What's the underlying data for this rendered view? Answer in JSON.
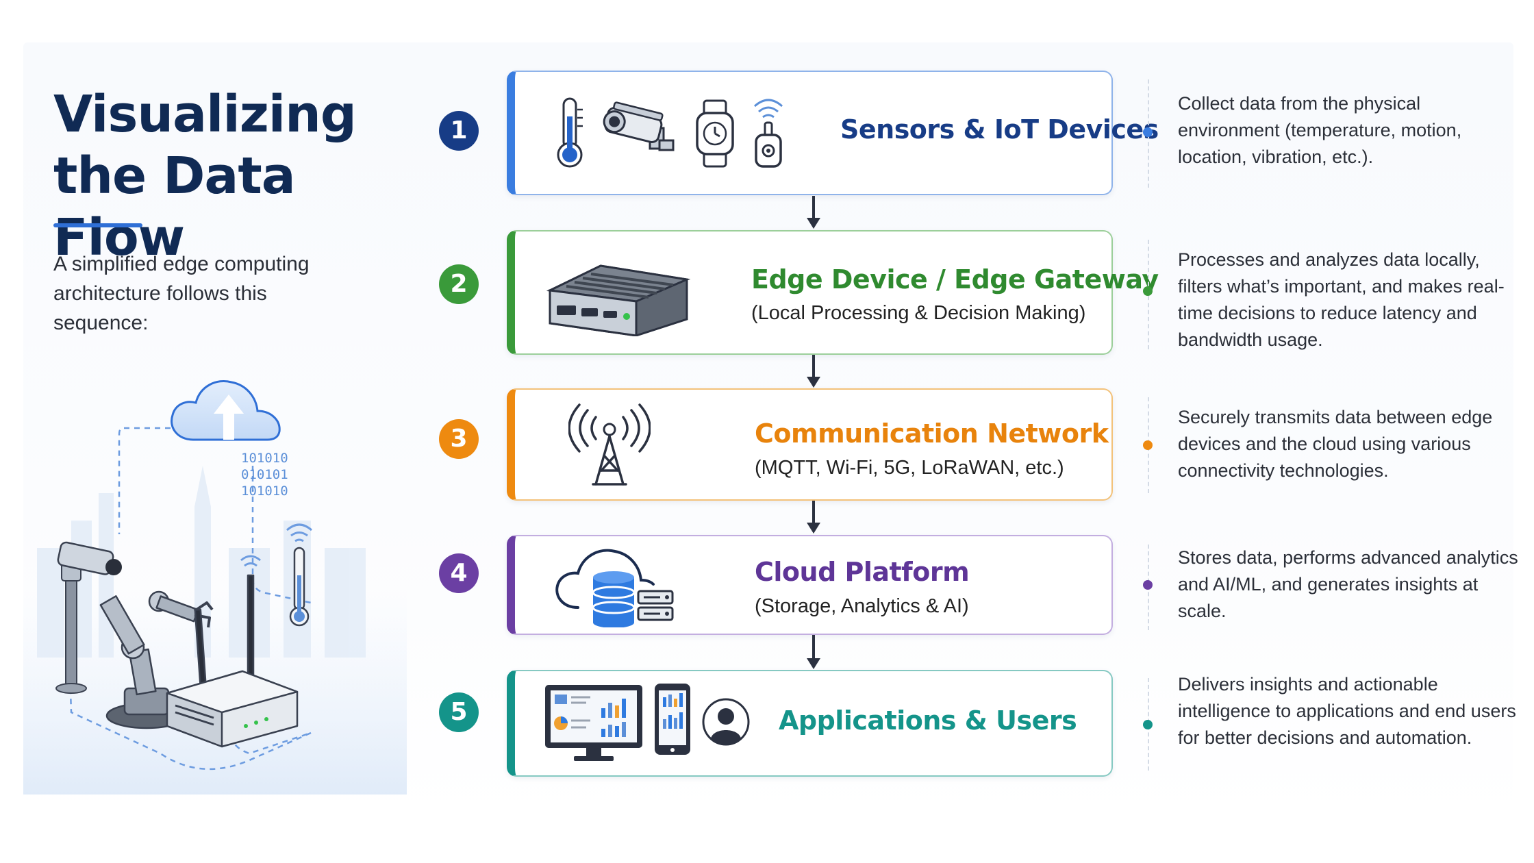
{
  "header": {
    "title": "Visualizing the Data Flow",
    "intro": "A simplified edge computing architecture follows this sequence:"
  },
  "illustration": {
    "binary": [
      "101010",
      "010101",
      "101010"
    ]
  },
  "steps": [
    {
      "number": "1",
      "title": "Sensors & IoT Devices",
      "subtitle": "",
      "description": "Collect data from the physical environment (temperature, motion, location, vibration, etc.).",
      "color": "#2563c9",
      "icons": [
        "thermometer-icon",
        "security-camera-icon",
        "smartwatch-icon",
        "wireless-tag-icon"
      ]
    },
    {
      "number": "2",
      "title": "Edge Device / Edge Gateway",
      "subtitle": "(Local Processing & Decision Making)",
      "description": "Processes and analyzes data locally, filters what’s important, and makes real-time decisions to reduce latency and bandwidth usage.",
      "color": "#3a9a3a",
      "icons": [
        "edge-gateway-icon"
      ]
    },
    {
      "number": "3",
      "title": "Communication Network",
      "subtitle": "(MQTT, Wi-Fi, 5G, LoRaWAN, etc.)",
      "description": "Securely transmits data between edge devices and the cloud using various connectivity technologies.",
      "color": "#ee8a10",
      "icons": [
        "antenna-tower-icon"
      ]
    },
    {
      "number": "4",
      "title": "Cloud Platform",
      "subtitle": "(Storage, Analytics & AI)",
      "description": "Stores data, performs advanced analytics and AI/ML, and generates insights at scale.",
      "color": "#6b3fa3",
      "icons": [
        "cloud-database-icon"
      ]
    },
    {
      "number": "5",
      "title": "Applications & Users",
      "subtitle": "",
      "description": "Delivers insights and actionable intelligence to applications and end users for better decisions and automation.",
      "color": "#14948a",
      "icons": [
        "dashboard-monitor-icon",
        "smartphone-icon",
        "user-icon"
      ]
    }
  ]
}
